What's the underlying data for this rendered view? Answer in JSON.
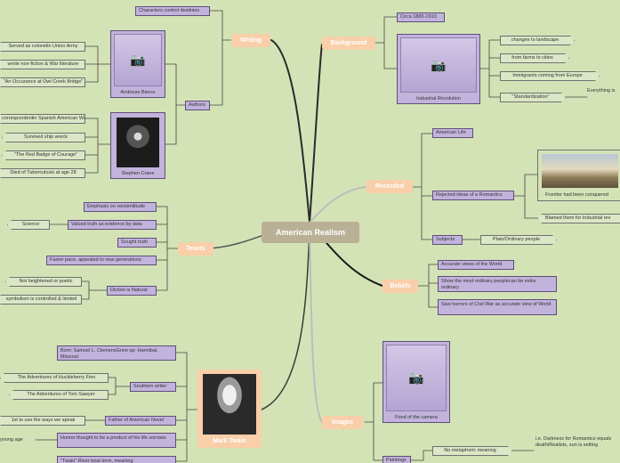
{
  "central": "American Realism",
  "topics": {
    "writing": "Writing",
    "authors": "Authors",
    "tenets": "Tenets",
    "background": "Background",
    "recorded": "Recorded",
    "beliefs": "Beliefs",
    "images": "Images",
    "mark_twain": "Mark Twain"
  },
  "writing": {
    "characters": "Characters control destinies"
  },
  "bierce": {
    "caption": "Ambrose Bierce",
    "facts": [
      "Served as colonelin Union Army",
      "wrote non-fiction & War literature",
      "\"An Occurance at Owl Creek Bridge\""
    ]
  },
  "crane": {
    "caption": "Stephen Crane",
    "facts": [
      "correspondentin Spanish American War",
      "Survived ship wreck",
      "\"The Red Badge of Courage\"",
      "Died of Tuberculosis at age 28"
    ]
  },
  "tenets": {
    "items": [
      "Emphasis on verisimilitude",
      "Valued truth as evidence by data",
      "Sought truth",
      "Faster pace, appealed to new generations",
      "Diction is Natural"
    ],
    "science": "Science",
    "diction_notes": [
      "Not heightened or poetic",
      "symbolism is controlled & limited"
    ]
  },
  "background": {
    "date": "Circa 1865-1910",
    "industrial_caption": "Industrial Revolution",
    "changes": [
      "changes to landscape",
      "from farms to cities",
      "Immigrants coming from Europe",
      "\"Standardization\""
    ],
    "standardization_note": "Everything is"
  },
  "recorded": {
    "american_life": "American Life",
    "rejected": "Rejected ideas of a Romantics",
    "subjects": "Subjects",
    "plain_people": "Plain/Ordinary people",
    "frontier": "Frontier had been conquered",
    "blamed": "Blamed them for Industrial rev"
  },
  "beliefs": {
    "items": [
      "Accurate views of the World",
      "Show the most ordinary peoplecan be extra ordinary",
      "Saw horrors of Civil War as accurate view of World"
    ]
  },
  "images": {
    "camera_caption": "Fond of the camera",
    "paintings": "Paintings",
    "no_metaphoric": "No metaphoric meaning",
    "note": "i.e. Darkness for Romantics equals death/Realists, sun is setting"
  },
  "twain": {
    "born": "Born: Samuel L. ClemensGrew up: Hannibal, Missouri",
    "southern": "Southern writer",
    "huck": "The Adventures of Huckleberry Finn",
    "tom": "The Adventures of Tom Sawyer",
    "father": "Father of American Novel",
    "first": "1st to use the ways we speak",
    "humor": "Humor thought to be a product of his life sorrows",
    "young": "young age",
    "river": "\"Twain\" River boat term, meaning"
  }
}
